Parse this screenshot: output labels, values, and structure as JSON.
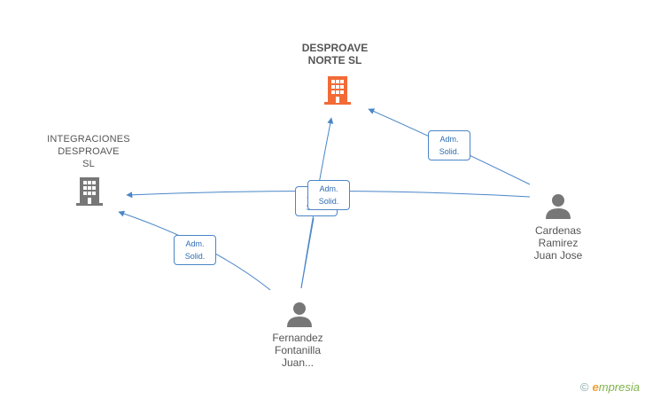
{
  "nodes": {
    "desproave_norte": {
      "lines": [
        "DESPROAVE",
        "NORTE SL"
      ],
      "color": "#f26a36"
    },
    "integraciones": {
      "lines": [
        "INTEGRACIONES",
        "DESPROAVE",
        "SL"
      ],
      "color": "#777777"
    },
    "cardenas": {
      "lines": [
        "Cardenas",
        "Ramirez",
        "Juan Jose"
      ],
      "color": "#777777"
    },
    "fernandez": {
      "lines": [
        "Fernandez",
        "Fontanilla",
        "Juan..."
      ],
      "color": "#777777"
    }
  },
  "edges": {
    "cardenas_to_norte": {
      "lines": [
        "Adm.",
        "Solid."
      ]
    },
    "cardenas_to_integraciones": {
      "lines": [
        "Adm.",
        "Solid."
      ]
    },
    "fernandez_to_norte": {
      "lines": [
        "Adm.",
        "Solid."
      ]
    },
    "fernandez_to_integraciones": {
      "lines": [
        "Adm.",
        "Solid."
      ]
    }
  },
  "footer": {
    "copyright": "©",
    "brand_initial": "e",
    "brand_rest": "mpresia"
  },
  "colors": {
    "edge": "#4a86c8",
    "company_main": "#f26a36",
    "company": "#777777",
    "person": "#777777"
  }
}
